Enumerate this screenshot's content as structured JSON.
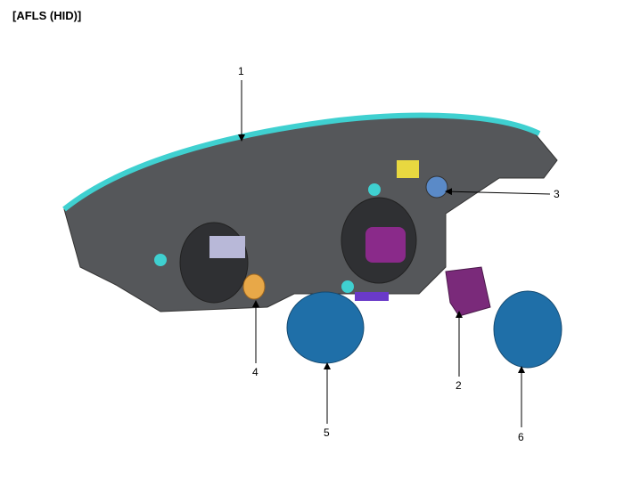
{
  "title": "[AFLS (HID)]",
  "callouts": [
    {
      "number": "1",
      "part": "headlamp-housing"
    },
    {
      "number": "2",
      "part": "hid-ballast"
    },
    {
      "number": "3",
      "part": "bulb-socket"
    },
    {
      "number": "4",
      "part": "turn-signal-bulb"
    },
    {
      "number": "5",
      "part": "dust-cap"
    },
    {
      "number": "6",
      "part": "dust-cap"
    }
  ],
  "colors": {
    "housing": "#55575a",
    "lens": "#3fd0d0",
    "cap": "#1f6fa8",
    "ballast": "#7a2a7a",
    "bulb": "#e8a848"
  }
}
